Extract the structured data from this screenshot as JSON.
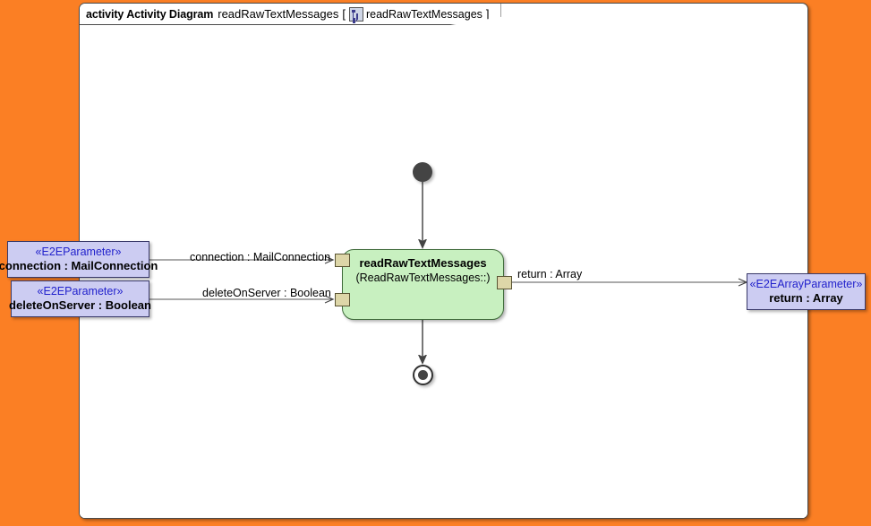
{
  "canvas": {
    "background_color": "#fb7f24",
    "frame_background": "#ffffff",
    "grid": "dotted"
  },
  "frame_header": {
    "keyword": "activity Activity Diagram",
    "diagram_name": "readRawTextMessages",
    "bracket_open": "[",
    "icon": "activity-diagram-icon",
    "element_name": "readRawTextMessages",
    "bracket_close": "]"
  },
  "nodes": {
    "initial": {
      "name": "initial-node",
      "shape": "filled-circle",
      "color": "#444444"
    },
    "final": {
      "name": "activity-final-node",
      "shape": "bullseye",
      "color": "#444444"
    },
    "activity": {
      "title": "readRawTextMessages",
      "qualified_name": "(ReadRawTextMessages::)",
      "fill_color": "#c8f0c0",
      "border_color": "#3f6b3a",
      "pins": [
        {
          "name": "input-pin-connection",
          "side": "left"
        },
        {
          "name": "input-pin-deleteonserver",
          "side": "left"
        },
        {
          "name": "output-pin-return",
          "side": "right"
        }
      ]
    },
    "parameters": [
      {
        "id": "connection",
        "stereotype": "«E2EParameter»",
        "name": "connection : MailConnection",
        "fill_color": "#ccccf2",
        "stereotype_color": "#2222cc"
      },
      {
        "id": "deleteOnServer",
        "stereotype": "«E2EParameter»",
        "name": "deleteOnServer : Boolean",
        "fill_color": "#ccccf2",
        "stereotype_color": "#2222cc"
      },
      {
        "id": "return",
        "stereotype": "«E2EArrayParameter»",
        "name": "return : Array",
        "fill_color": "#ccccf2",
        "stereotype_color": "#2222cc"
      }
    ]
  },
  "edges": [
    {
      "id": "connection-flow",
      "label": "connection : MailConnection",
      "arrow": "open"
    },
    {
      "id": "deleteonserver-flow",
      "label": "deleteOnServer : Boolean",
      "arrow": "open"
    },
    {
      "id": "return-flow",
      "label": "return : Array",
      "arrow": "open"
    },
    {
      "id": "initial-to-activity",
      "label": "",
      "arrow": "solid"
    },
    {
      "id": "activity-to-final",
      "label": "",
      "arrow": "solid"
    }
  ]
}
